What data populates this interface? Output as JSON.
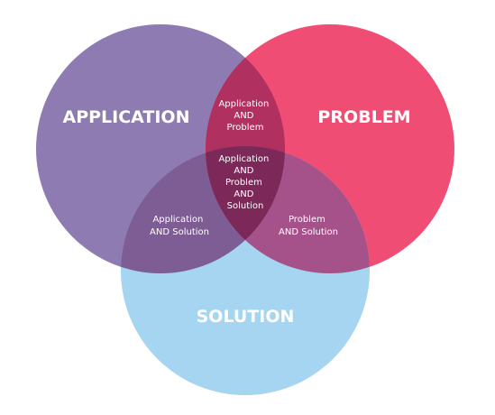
{
  "sets": {
    "application": {
      "label": "APPLICATION",
      "color": "#8e7bb2"
    },
    "problem": {
      "label": "PROBLEM",
      "color": "#ef4d74"
    },
    "solution": {
      "label": "SOLUTION",
      "color": "#a5d5f1"
    }
  },
  "regions": {
    "application_and_problem": {
      "lines": [
        "Application",
        "AND",
        "Problem"
      ],
      "color": "#b0305f"
    },
    "application_and_solution": {
      "lines": [
        "Application",
        "AND Solution"
      ],
      "color": "#7d5d93"
    },
    "problem_and_solution": {
      "lines": [
        "Problem",
        "AND Solution"
      ],
      "color": "#a45289"
    },
    "all_three": {
      "lines": [
        "Application",
        "AND",
        "Problem",
        "AND",
        "Solution"
      ],
      "color": "#7c2959"
    }
  }
}
